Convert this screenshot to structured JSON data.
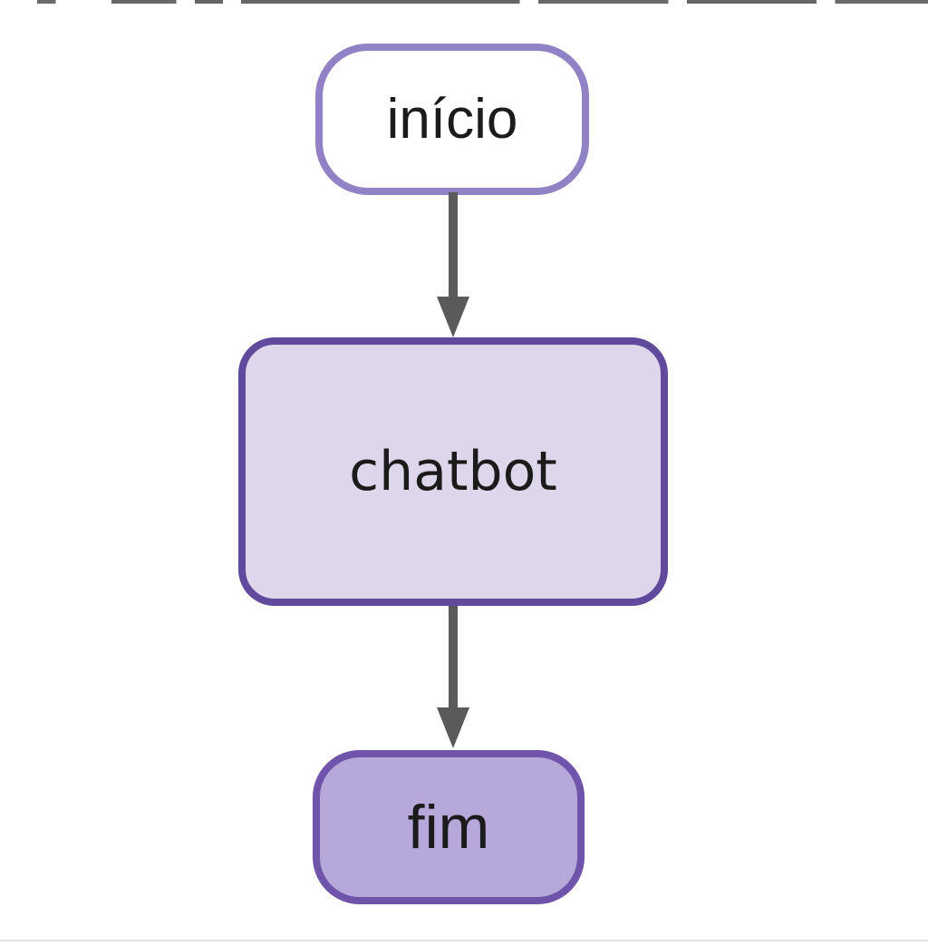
{
  "diagram": {
    "type": "flowchart",
    "direction": "top-down",
    "nodes": [
      {
        "id": "inicio",
        "label": "início",
        "role": "start",
        "shape": "rounded-pill",
        "fill": "#ffffff",
        "border": "#9181c5"
      },
      {
        "id": "chatbot",
        "label": "chatbot",
        "role": "process",
        "shape": "rounded-rectangle",
        "fill": "#ded7ec",
        "border": "#5f4a9c"
      },
      {
        "id": "fim",
        "label": "fim",
        "role": "end",
        "shape": "rounded-pill",
        "fill": "#b7a8da",
        "border": "#7053ab"
      }
    ],
    "edges": [
      {
        "from": "inicio",
        "to": "chatbot"
      },
      {
        "from": "chatbot",
        "to": "fim"
      }
    ],
    "colors": {
      "arrow": "#5a5a5a",
      "background": "#ffffff",
      "text": "#1b1b1b"
    }
  }
}
